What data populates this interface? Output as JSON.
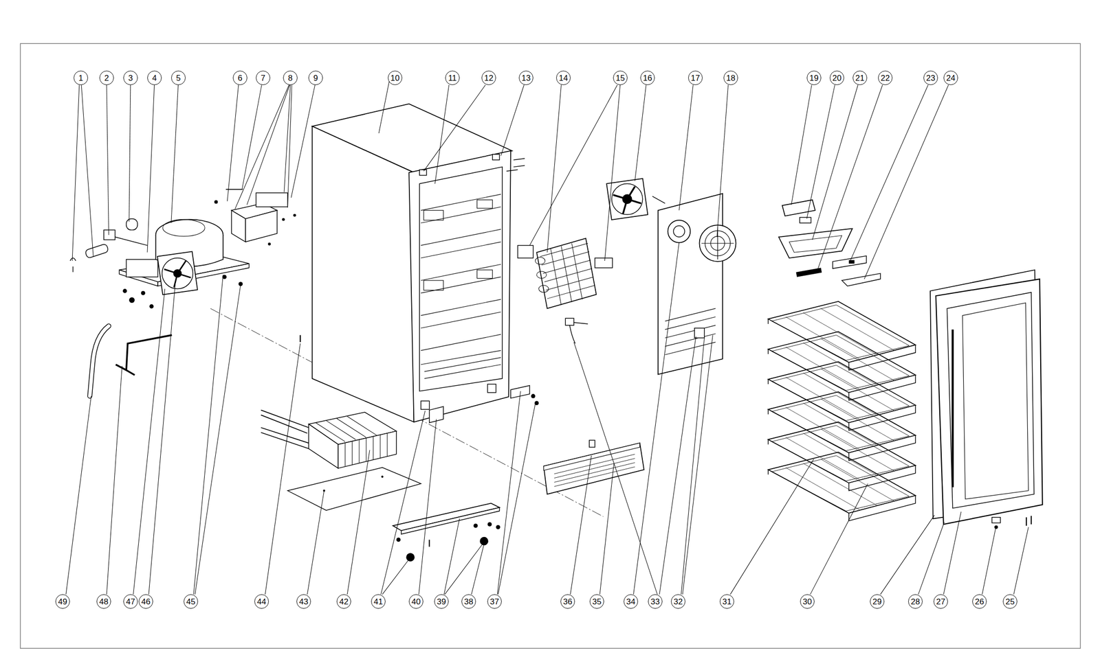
{
  "diagram": {
    "nodes": [
      {
        "text": [
          "1"
        ]
      },
      {
        "text": [
          "2"
        ]
      },
      {
        "text": [
          "3"
        ]
      },
      {
        "text": [
          "4"
        ]
      },
      {
        "text": [
          "5"
        ]
      },
      {
        "text": [
          "6"
        ]
      },
      {
        "text": [
          "7"
        ]
      },
      {
        "text": [
          "8"
        ]
      },
      {
        "text": [
          "9"
        ]
      },
      {
        "text": [
          "10"
        ]
      },
      {
        "text": [
          "11"
        ]
      },
      {
        "text": [
          "12"
        ]
      },
      {
        "text": [
          "13"
        ]
      },
      {
        "text": [
          "14"
        ]
      },
      {
        "text": [
          "15"
        ]
      },
      {
        "text": [
          "16"
        ]
      },
      {
        "text": [
          "17"
        ]
      },
      {
        "text": [
          "18"
        ]
      },
      {
        "text": [
          "19"
        ]
      },
      {
        "text": [
          "20"
        ]
      },
      {
        "text": [
          "21"
        ]
      },
      {
        "text": [
          "22"
        ]
      },
      {
        "text": [
          "23"
        ]
      },
      {
        "text": [
          "24"
        ]
      },
      {
        "text": [
          "25"
        ]
      },
      {
        "text": [
          "26"
        ]
      },
      {
        "text": [
          "27"
        ]
      },
      {
        "text": [
          "28"
        ]
      },
      {
        "text": [
          "29"
        ]
      },
      {
        "text": [
          "30"
        ]
      },
      {
        "text": [
          "31"
        ]
      },
      {
        "text": [
          "32"
        ]
      },
      {
        "text": [
          "33"
        ]
      },
      {
        "text": [
          "34"
        ]
      },
      {
        "text": [
          "35"
        ]
      },
      {
        "text": [
          "36"
        ]
      },
      {
        "text": [
          "37"
        ]
      },
      {
        "text": [
          "38"
        ]
      },
      {
        "text": [
          "39"
        ]
      },
      {
        "text": [
          "40"
        ]
      },
      {
        "text": [
          "41"
        ]
      },
      {
        "text": [
          "42"
        ]
      },
      {
        "text": [
          "43"
        ]
      },
      {
        "text": [
          "44"
        ]
      },
      {
        "text": [
          "45"
        ]
      },
      {
        "text": [
          "46"
        ]
      },
      {
        "text": [
          "47"
        ]
      },
      {
        "text": [
          "48"
        ]
      },
      {
        "text": [
          "49"
        ]
      }
    ]
  }
}
